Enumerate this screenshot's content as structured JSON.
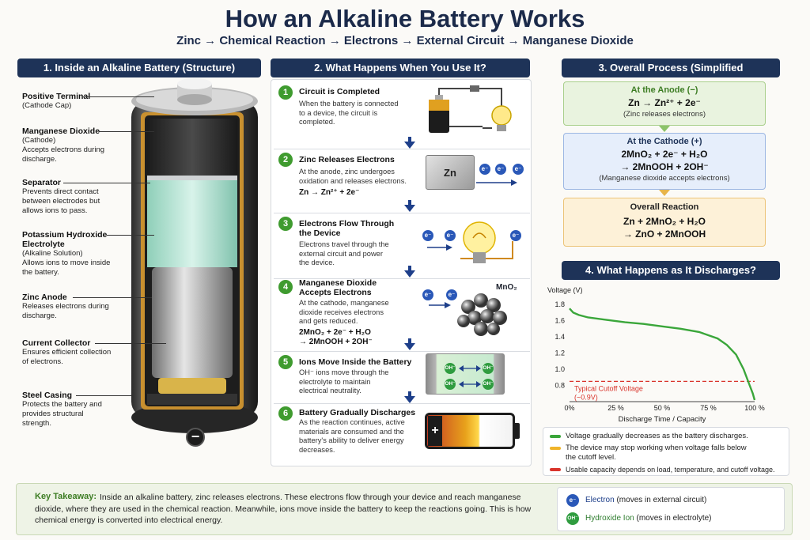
{
  "title": "How an Alkaline Battery Works",
  "subtitle": "Zinc → Chemical Reaction → Electrons → External Circuit → Manganese Dioxide",
  "panel1": {
    "header": "1. Inside an Alkaline Battery (Structure)",
    "labels": [
      {
        "name": "Positive Terminal",
        "lines": [
          "(Cathode Cap)"
        ]
      },
      {
        "name": "Manganese Dioxide",
        "lines": [
          "(Cathode)",
          "Accepts electrons during",
          "discharge."
        ]
      },
      {
        "name": "Separator",
        "lines": [
          "Prevents direct contact",
          "between electrodes but",
          "allows ions to pass."
        ]
      },
      {
        "name": "Potassium Hydroxide",
        "name2": "Electrolyte",
        "lines": [
          "(Alkaline Solution)",
          "Allows ions to move inside",
          "the battery."
        ]
      },
      {
        "name": "Zinc Anode",
        "lines": [
          "Releases electrons during",
          "discharge."
        ]
      },
      {
        "name": "Current Collector",
        "lines": [
          "Ensures efficient collection",
          "of electrons."
        ]
      },
      {
        "name": "Steel Casing",
        "lines": [
          "Protects the battery and",
          "provides structural",
          "strength."
        ]
      }
    ],
    "minus_symbol": "−"
  },
  "panel2": {
    "header": "2. What Happens When You Use It?",
    "steps": [
      {
        "n": "1",
        "title": "Circuit is Completed",
        "title2": "",
        "lines": [
          "When the battery is connected",
          "to a device, the circuit is",
          "completed."
        ],
        "eq": ""
      },
      {
        "n": "2",
        "title": "Zinc Releases Electrons",
        "title2": "",
        "lines": [
          "At the anode, zinc undergoes",
          "oxidation and releases electrons."
        ],
        "eq": "Zn → Zn²⁺ + 2e⁻"
      },
      {
        "n": "3",
        "title": "Electrons Flow Through",
        "title2": "the Device",
        "lines": [
          "Electrons travel through the",
          "external circuit and power",
          "the device."
        ],
        "eq": ""
      },
      {
        "n": "4",
        "title": "Manganese Dioxide",
        "title2": "Accepts Electrons",
        "lines": [
          "At the cathode, manganese",
          "dioxide receives electrons",
          "and gets reduced."
        ],
        "eq": "2MnO₂ + 2e⁻ + H₂O",
        "eq2": "→ 2MnOOH + 2OH⁻"
      },
      {
        "n": "5",
        "title": "Ions Move Inside the Battery",
        "title2": "",
        "lines": [
          "OH⁻ ions move through the",
          "electrolyte to maintain",
          "electrical neutrality."
        ],
        "eq": ""
      },
      {
        "n": "6",
        "title": "Battery Gradually Discharges",
        "title2": "",
        "lines": [
          "As the reaction continues, active",
          "materials are consumed and the",
          "battery's ability to deliver energy",
          "decreases."
        ],
        "eq": ""
      }
    ],
    "zn_label": "Zn",
    "mno2_label": "MnO₂",
    "electron_symbol": "e⁻",
    "oh_symbol": "OH⁻",
    "plus_symbol": "+"
  },
  "panel3": {
    "header": "3. Overall Process (Simplified",
    "anode": {
      "title": "At the Anode (−)",
      "eq": "Zn → Zn²⁺ + 2e⁻",
      "note": "(Zinc releases electrons)"
    },
    "cathode": {
      "title": "At the Cathode (+)",
      "eq": "2MnO₂ + 2e⁻ + H₂O",
      "eq2": "→ 2MnOOH + 2OH⁻",
      "note": "(Manganese dioxide accepts electrons)"
    },
    "overall": {
      "title": "Overall Reaction",
      "eq": "Zn + 2MnO₂ + H₂O",
      "eq2": "→ ZnO + 2MnOOH"
    }
  },
  "panel4": {
    "header": "4. What Happens as It Discharges?",
    "legend": [
      {
        "text": "Voltage gradually decreases as the battery discharges.",
        "color": "#3aa63a"
      },
      {
        "text": "The device may stop working when voltage falls below",
        "text2": "the cutoff level.",
        "color": "#f0b429"
      },
      {
        "text": "Usable capacity depends on load, temperature, and cutoff voltage.",
        "color": "#d9342b"
      }
    ]
  },
  "chart_data": {
    "type": "line",
    "ylabel": "Voltage (V)",
    "xlabel": "Discharge Time / Capacity",
    "x_ticks": [
      "0%",
      "25 %",
      "50 %",
      "75 %",
      "100 %"
    ],
    "y_ticks": [
      "0.8",
      "1.0",
      "1.2",
      "1.4",
      "1.6",
      "1.8"
    ],
    "xlim": [
      0,
      100
    ],
    "ylim": [
      0.6,
      1.85
    ],
    "series": [
      {
        "x": [
          0,
          2,
          5,
          10,
          20,
          30,
          40,
          50,
          60,
          70,
          80,
          85,
          90,
          94,
          97,
          99,
          100
        ],
        "y": [
          1.75,
          1.7,
          1.67,
          1.64,
          1.61,
          1.58,
          1.56,
          1.53,
          1.5,
          1.46,
          1.38,
          1.3,
          1.18,
          1.0,
          0.82,
          0.7,
          0.62
        ],
        "color": "#3aa63a"
      }
    ],
    "cutoff": {
      "y": 0.85,
      "label": "Typical Cutoff Voltage",
      "label2": "(~0.9V)",
      "color": "#d9342b"
    }
  },
  "takeaway": {
    "label": "Key Takeaway:",
    "text": "Inside an alkaline battery, zinc releases electrons. These electrons flow through your device and reach manganese dioxide, where they are used in the chemical reaction. Meanwhile, ions move inside the battery to keep the reactions going. This is how chemical energy is converted into electrical energy.",
    "legend": [
      {
        "symbol": "e⁻",
        "name": "Electron",
        "note": "(moves in external circuit)"
      },
      {
        "symbol": "OH⁻",
        "name": "Hydroxide Ion",
        "note": "(moves in electrolyte)"
      }
    ]
  }
}
